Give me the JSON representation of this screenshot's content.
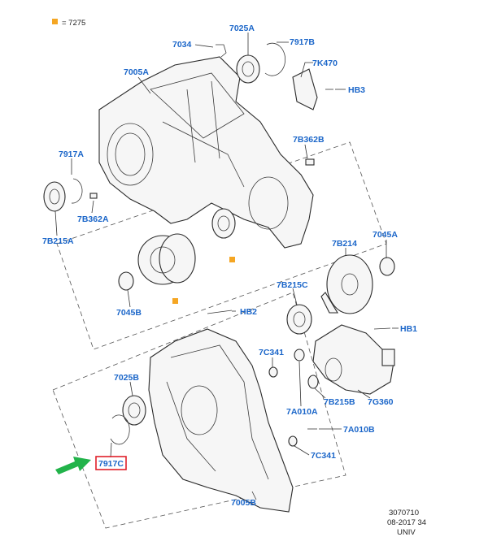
{
  "legend": {
    "marker_color": "#f5a623",
    "code": "= 7275"
  },
  "labels": {
    "l_7034": "7034",
    "l_7025A": "7025A",
    "l_7917B": "7917B",
    "l_7005A": "7005A",
    "l_7K470": "7K470",
    "l_HB3": "HB3",
    "l_7917A": "7917A",
    "l_7B362B": "7B362B",
    "l_7B362A": "7B362A",
    "l_7B215A": "7B215A",
    "l_7B214": "7B214",
    "l_7045A": "7045A",
    "l_7B215C": "7B215C",
    "l_7045B": "7045B",
    "l_HB2": "HB2",
    "l_HB1": "HB1",
    "l_7C341a": "7C341",
    "l_7025B": "7025B",
    "l_7A010A": "7A010A",
    "l_7B215B": "7B215B",
    "l_7G360": "7G360",
    "l_7A010B": "7A010B",
    "l_7C341b": "7C341",
    "l_7917C": "7917C",
    "l_7005B": "7005B"
  },
  "highlight": {
    "label": "7917C",
    "box_color": "#e0202a",
    "arrow_color": "#22b34a"
  },
  "footer": {
    "line1": "3070710",
    "line2": "08-2017 34",
    "line3": "UNIV"
  }
}
